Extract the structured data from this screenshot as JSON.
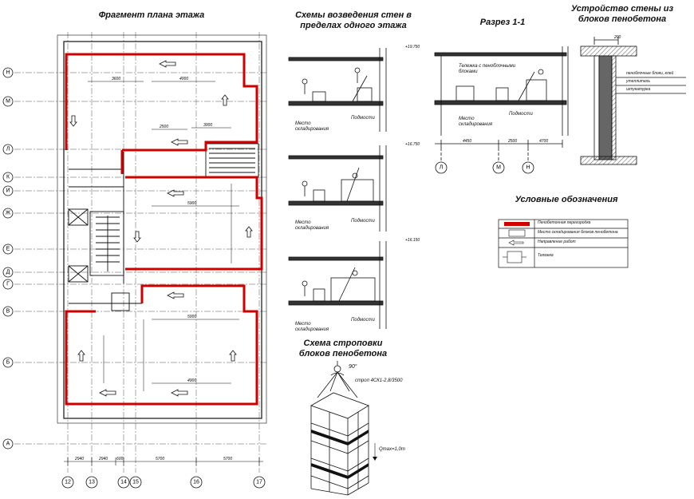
{
  "titles": {
    "plan": "Фрагмент плана этажа",
    "schemes": "Схемы возведения стен в пределах одного этажа",
    "section": "Разрез 1-1",
    "wall": "Устройство стены из блоков пенобетона",
    "legend": "Условные обозначения",
    "sling": "Схема строповки блоков пенобетона"
  },
  "plan": {
    "row_axes": [
      "Н",
      "М",
      "Л",
      "К",
      "И",
      "Ж",
      "Е",
      "Д",
      "Г",
      "В",
      "Б",
      "А"
    ],
    "col_axes": [
      "12",
      "13",
      "14",
      "15",
      "16",
      "17"
    ],
    "bottom_dims": [
      "2940",
      "2940",
      "600",
      "5700",
      "5700"
    ],
    "inner_dims": [
      "3600",
      "4000",
      "2500",
      "3000",
      "5900",
      "5000",
      "4900"
    ]
  },
  "scheme_labels": {
    "place": "Место складирования",
    "scaffold": "Подмости",
    "levels": [
      "+19.750",
      "+16.750",
      "+16.150"
    ]
  },
  "section": {
    "cart_label": "Тележка с пеноблочными блоками",
    "place": "Место складирования",
    "scaffold": "Подмости",
    "dims": [
      "4450",
      "2500",
      "4700"
    ],
    "axes": [
      "Л",
      "М",
      "Н"
    ]
  },
  "wall": {
    "dim": "200",
    "notes": [
      "пеноблочные блоки, клей",
      "утеплитель",
      "штукатурка"
    ]
  },
  "legend_items": [
    "Пенобетонная перегородка",
    "Место складирования блоков пенобетона",
    "Направление работ",
    "Тележка"
  ],
  "sling": {
    "angle": "90°",
    "strop": "строп 4СК1-2,8/3500",
    "qmax": "Qmax=1,0т"
  },
  "colors": {
    "partition": "#d10000",
    "line": "#111111"
  }
}
